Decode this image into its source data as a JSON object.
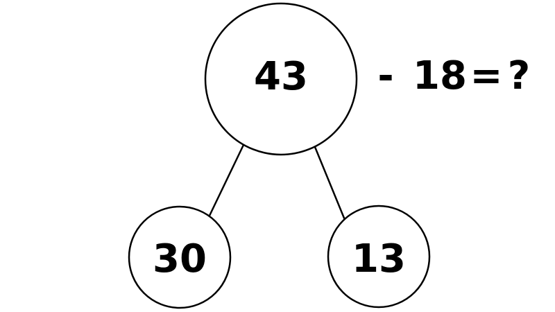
{
  "diagram": {
    "top_node": {
      "value": "43"
    },
    "left_node": {
      "value": "30"
    },
    "right_node": {
      "value": "13"
    },
    "equation": {
      "operator": "-",
      "operand": "18",
      "equals": "=",
      "unknown": "?"
    }
  },
  "colors": {
    "stroke": "#000000",
    "text": "#000000",
    "background": "#ffffff"
  }
}
